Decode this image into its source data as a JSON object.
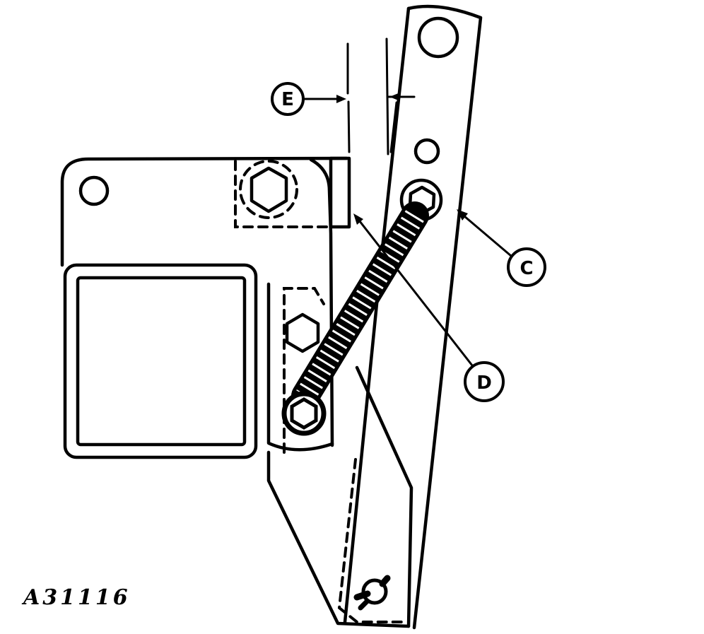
{
  "figure": {
    "id_label": "A31116",
    "type": "technical parts diagram (line drawing)",
    "colors": {
      "ink": "#000000",
      "paper": "#ffffff"
    }
  },
  "callouts": [
    {
      "letter": "E",
      "description": "gap measurement between vertical reference lines"
    },
    {
      "letter": "C",
      "description": "pivoting arm (long bar)"
    },
    {
      "letter": "D",
      "description": "adjusting edge / stop on bracket"
    }
  ],
  "parts": {
    "mounting_plate": "rounded rectangular plate with hole",
    "square_window": "square opening in plate",
    "spring": "coil tension spring",
    "bolts": [
      "upper hex bolt",
      "middle hex bolt",
      "lower spring anchor bolt",
      "arm hex bolt"
    ],
    "wing_nut": "wing nut at bottom of bracket"
  }
}
